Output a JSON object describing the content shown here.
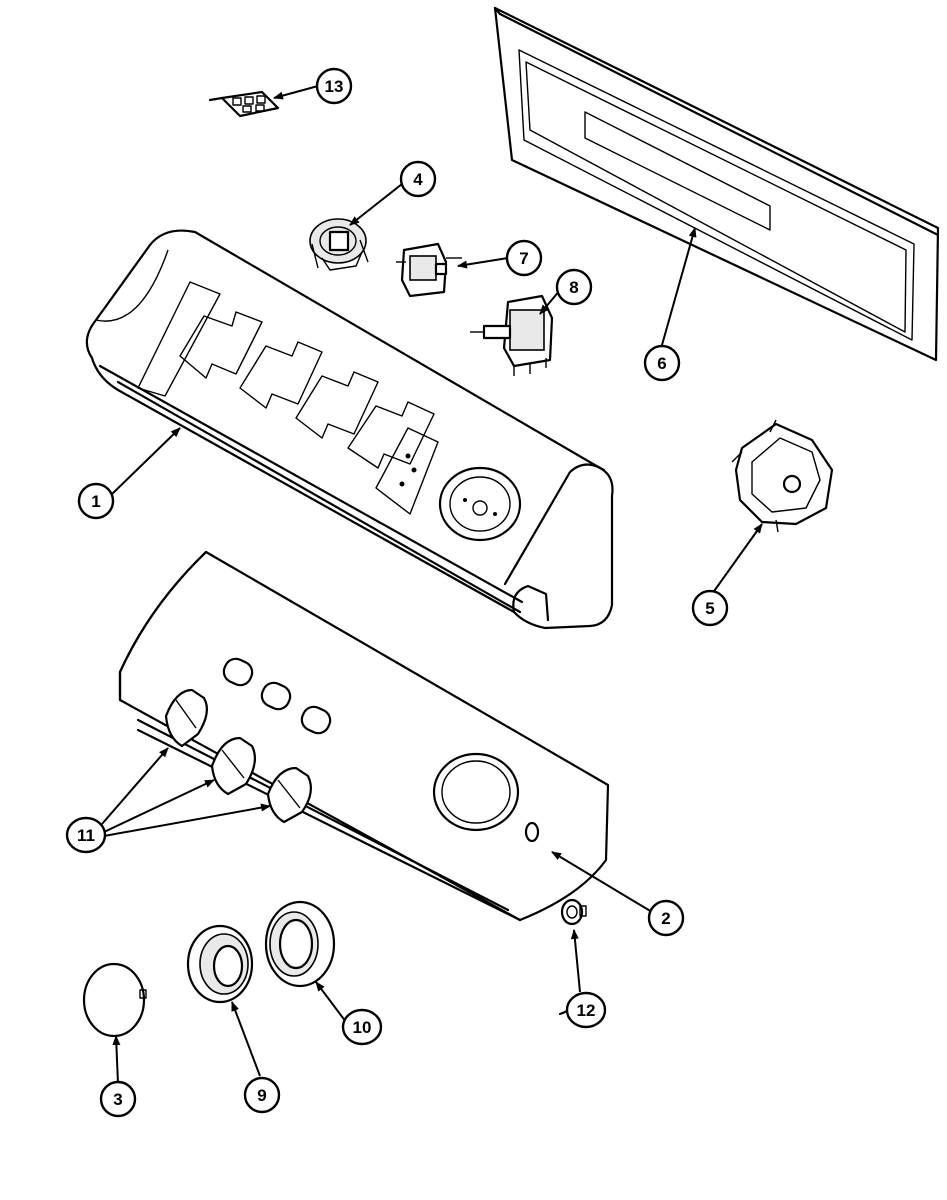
{
  "diagram": {
    "callouts": [
      {
        "id": "1",
        "label": "1"
      },
      {
        "id": "2",
        "label": "2"
      },
      {
        "id": "3",
        "label": "3"
      },
      {
        "id": "4",
        "label": "4"
      },
      {
        "id": "5",
        "label": "5"
      },
      {
        "id": "6",
        "label": "6"
      },
      {
        "id": "7",
        "label": "7"
      },
      {
        "id": "8",
        "label": "8"
      },
      {
        "id": "9",
        "label": "9"
      },
      {
        "id": "10",
        "label": "10"
      },
      {
        "id": "11",
        "label": "11"
      },
      {
        "id": "12",
        "label": "12"
      },
      {
        "id": "13",
        "label": "13"
      }
    ],
    "line_color": "#000000",
    "background": "#ffffff"
  }
}
